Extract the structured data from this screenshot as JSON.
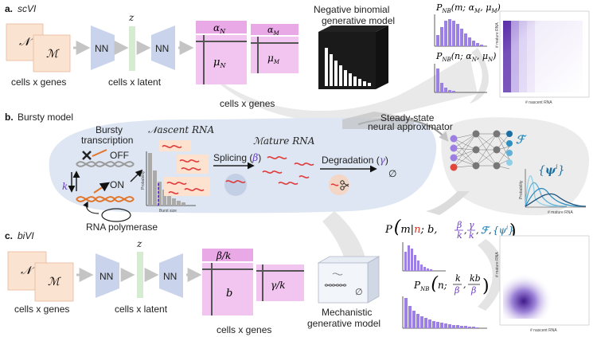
{
  "sections": {
    "a": {
      "letter": "a.",
      "title": "scVI"
    },
    "b": {
      "letter": "b.",
      "title": "Bursty model"
    },
    "c": {
      "letter": "c.",
      "title": "biVI"
    }
  },
  "top": {
    "input_n": "𝒩",
    "input_m": "ℳ",
    "cells_genes": "cells x genes",
    "nn": "NN",
    "z": "z",
    "cells_latent": "cells x latent",
    "alpha_n": "α",
    "alpha_n_sub": "N",
    "alpha_m": "α",
    "alpha_m_sub": "M",
    "mu_n": "μ",
    "mu_n_sub": "N",
    "mu_m": "μ",
    "mu_m_sub": "M",
    "output_cells_genes": "cells x genes",
    "generative_line1": "Negative binomial",
    "generative_line2": "generative model",
    "pnb_m": "P",
    "pnb_m_sub": "NB",
    "pnb_m_args": "(m; α",
    "pnb_m_args_sub": "M",
    "pnb_m_args2": ", μ",
    "pnb_m_args2_sub": "M",
    "pnb_m_close": ")",
    "pnb_n": "P",
    "pnb_n_sub": "NB",
    "pnb_n_args": "(n; α",
    "pnb_n_args_sub": "N",
    "pnb_n_args2": ", μ",
    "pnb_n_args2_sub": "N",
    "pnb_n_close": ")",
    "heat_ylabel": "# mature RNA",
    "heat_xlabel": "# nascent RNA"
  },
  "middle": {
    "bursty_line1": "Bursty",
    "bursty_line2": "transcription",
    "off": "OFF",
    "on": "ON",
    "k": "k",
    "rna_polymerase": "RNA polymerase",
    "nascent": "𝒩ascent RNA",
    "splicing": "Splicing (",
    "splicing_param": "β",
    "splicing_close": ")",
    "mature": "ℳature RNA",
    "degradation": "Degradation (",
    "degradation_param": "γ",
    "degradation_close": ")",
    "empty": "∅",
    "prob_label": "Probability",
    "burst_label": "Burst size",
    "steady_line1": "Steady-state",
    "steady_line2": "neural approximator",
    "f_symbol": "ℱ",
    "psi_open": "{",
    "psi": "ψ",
    "psi_sup": "i",
    "psi_close": "}",
    "approx_ylabel": "Probability",
    "approx_xlabel": "# mature RNA"
  },
  "bottom": {
    "input_n": "𝒩",
    "input_m": "ℳ",
    "cells_genes": "cells x genes",
    "nn": "NN",
    "z": "z",
    "cells_latent": "cells x latent",
    "beta_k": "β/k",
    "b": "b",
    "gamma_k": "γ/k",
    "output_cells_genes": "cells x genes",
    "mech_line1": "Mechanistic",
    "mech_line2": "generative model",
    "cond_prob": "P",
    "cond_args_open": "(",
    "cond_m": "m",
    "cond_bar": "|",
    "cond_n": "n",
    "cond_sep": "; b,",
    "cond_beta": "β",
    "cond_k1": "k",
    "cond_gamma": "γ",
    "cond_k2": "k",
    "cond_f": "ℱ",
    "cond_psi": "{ψ",
    "cond_psi_sup": "i",
    "cond_psi_close": "}",
    "cond_close": ")",
    "pnb": "P",
    "pnb_sub": "NB",
    "pnb_open": "(",
    "pnb_n": "n;",
    "pnb_k": "k",
    "pnb_beta1": "β",
    "pnb_kb": "kb",
    "pnb_beta2": "β",
    "pnb_close": ")",
    "heat_ylabel": "# mature RNA",
    "heat_xlabel": "# nascent RNA"
  },
  "colors": {
    "peach": "#fbe3d2",
    "peach_stroke": "#e8b89a",
    "nn_blue": "#c9d3ec",
    "latent_green": "#d6ecd0",
    "pink": "#e9a8e6",
    "pink_light": "#f1c5f0",
    "purple": "#6b3cc7",
    "purple_light": "#b59be8",
    "dna_orange": "#e0752b",
    "gray_blob": "#dde6f2",
    "arrow_gray": "#c8c8c8",
    "red": "#e03a3a"
  }
}
